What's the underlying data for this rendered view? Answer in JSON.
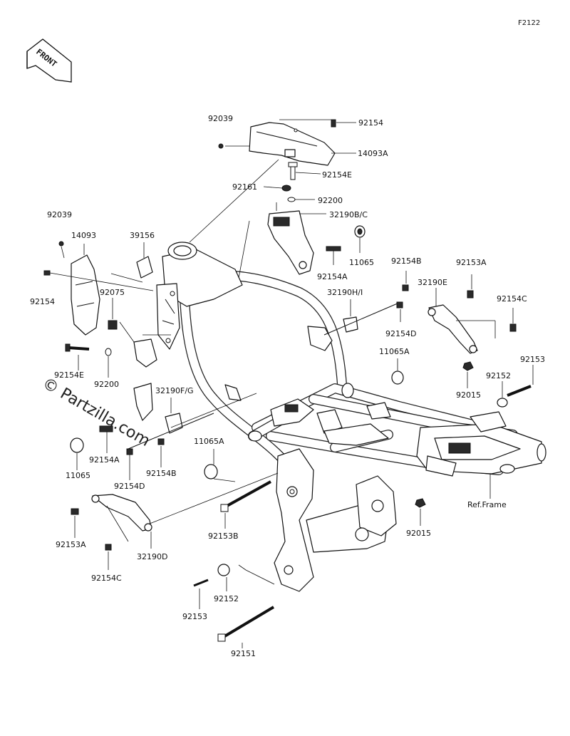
{
  "diagram_id": "F2122",
  "front_arrow": {
    "label": "FRONT"
  },
  "watermark": {
    "text": "© Partzilla.com"
  },
  "ref_frame_label": "Ref.Frame",
  "parts": {
    "p92039_top": "92039",
    "p92154_top": "92154",
    "p14093A": "14093A",
    "p92154E_top": "92154E",
    "p92161": "92161",
    "p92200_top": "92200",
    "p32190BC": "32190B/C",
    "p11065_top": "11065",
    "p92154A_top": "92154A",
    "p92154B_top": "92154B",
    "p32190HI": "32190H/I",
    "p92154D_top": "92154D",
    "p92153A_top": "92153A",
    "p32190E": "32190E",
    "p92154C_top": "92154C",
    "p11065A_top": "11065A",
    "p92153_right": "92153",
    "p92152_right": "92152",
    "p92015_right": "92015",
    "p92039_left": "92039",
    "p14093": "14093",
    "p39156": "39156",
    "p92154_left": "92154",
    "p92075": "92075",
    "p92154E_left": "92154E",
    "p92200_left": "92200",
    "p32190FG": "32190F/G",
    "p11065_left": "11065",
    "p92154A_left": "92154A",
    "p92154B_left": "92154B",
    "p92154D_left": "92154D",
    "p11065A_mid": "11065A",
    "p92153A_bottom": "92153A",
    "p32190D": "32190D",
    "p92154C_bottom": "92154C",
    "p92153B": "92153B",
    "p92015_bottom": "92015",
    "p92152_bottom": "92152",
    "p92153_bottom": "92153",
    "p92151": "92151"
  }
}
